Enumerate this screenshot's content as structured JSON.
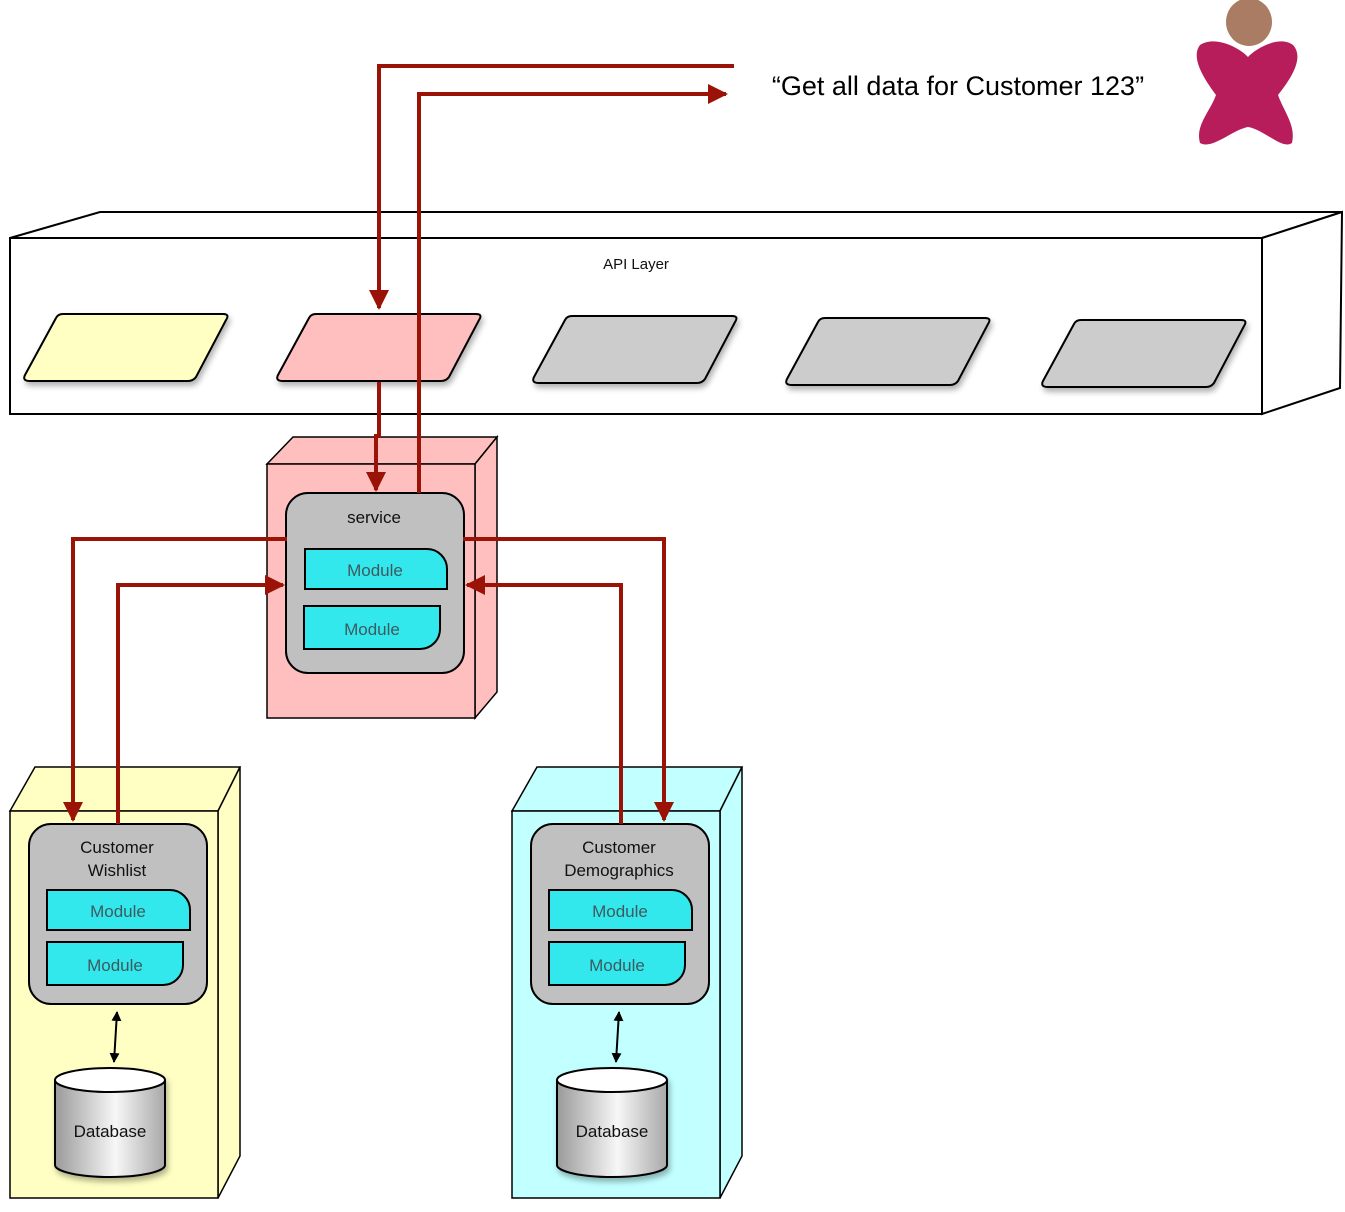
{
  "request": {
    "text": "“Get all data for Customer 123”"
  },
  "user_icon": {
    "name": "user-icon",
    "body_color": "#b81d5b",
    "head_color": "#a97c63"
  },
  "api_layer": {
    "label": "API Layer",
    "endpoints": [
      {
        "name": "endpoint-1",
        "color": "#ffffc4"
      },
      {
        "name": "endpoint-2",
        "color": "#ffbfbf"
      },
      {
        "name": "endpoint-3",
        "color": "#cccccc"
      },
      {
        "name": "endpoint-4",
        "color": "#cccccc"
      },
      {
        "name": "endpoint-5",
        "color": "#cccccc"
      }
    ]
  },
  "service": {
    "label": "service",
    "color": "#ffbfbf",
    "modules": [
      "Module",
      "Module"
    ]
  },
  "wishlist": {
    "label_line1": "Customer",
    "label_line2": "Wishlist",
    "color": "#ffffc4",
    "modules": [
      "Module",
      "Module"
    ],
    "database": "Database"
  },
  "demographics": {
    "label_line1": "Customer",
    "label_line2": "Demographics",
    "color": "#c2ffff",
    "modules": [
      "Module",
      "Module"
    ],
    "database": "Database"
  },
  "colors": {
    "arrow": "#9a1306",
    "module": "#33e8ec",
    "container": "#c0c0c0"
  }
}
